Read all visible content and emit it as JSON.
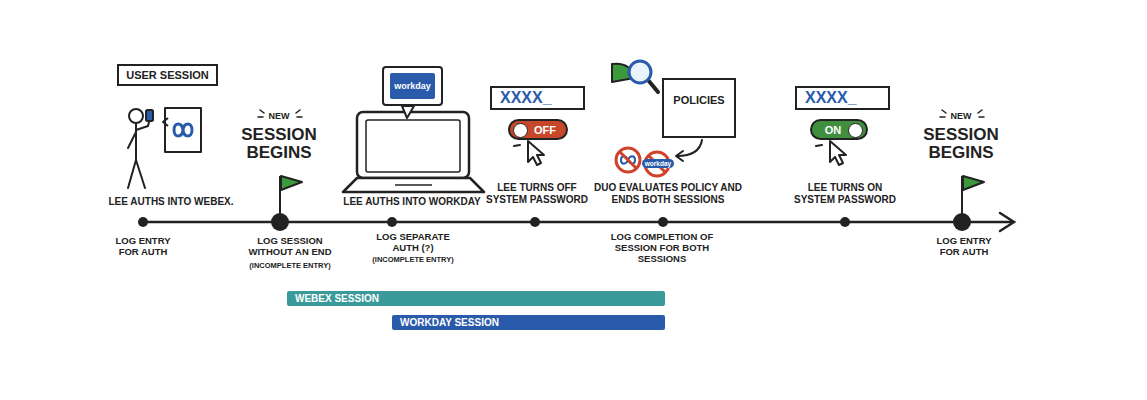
{
  "diagram": {
    "nodes": [
      {
        "text": [
          "USER SESSION"
        ]
      },
      {
        "text": [
          "workday"
        ]
      },
      {
        "text": [
          "XXXX_"
        ]
      },
      {
        "text": [
          "OFF"
        ]
      },
      {
        "text": [
          "POLICIES"
        ]
      },
      {
        "text": [
          "XXXX_"
        ]
      },
      {
        "text": [
          "ON"
        ]
      },
      {
        "text": [
          "WEBEX SESSION"
        ]
      },
      {
        "text": [
          "WORKDAY SESSION"
        ]
      }
    ],
    "labels": [
      "LEE AUTHS INTO WEBEX.",
      "NEW",
      "SESSION BEGINS",
      "LEE AUTHS INTO WORKDAY",
      "LEE TURNS OFF SYSTEM PASSWORD",
      "DUO EVALUATES POLICY AND ENDS BOTH SESSIONS",
      "workday",
      "LEE TURNS ON SYSTEM PASSWORD",
      "NEW",
      "SESSION BEGINS",
      "LOG ENTRY FOR AUTH",
      "LOG SESSION WITHOUT AN END",
      "(INCOMPLETE ENTRY)",
      "LOG SEPARATE AUTH (?)",
      "(INCOMPLETE ENTRY)",
      "LOG COMPLETION OF SESSION FOR BOTH SESSIONS",
      "LOG ENTRY FOR AUTH"
    ]
  }
}
